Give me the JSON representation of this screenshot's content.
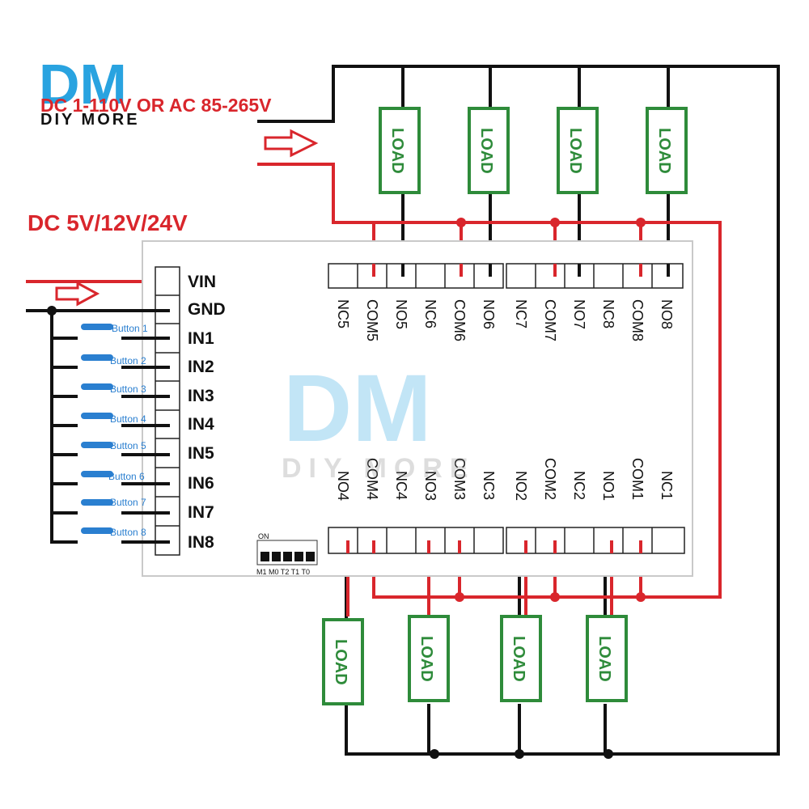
{
  "logo": {
    "letters": "DM",
    "subtitle": "DIY MORE"
  },
  "watermark": {
    "letters": "DM",
    "subtitle": "DIY MORE"
  },
  "power_load_label": "DC 1-110V OR AC 85-265V",
  "power_module_label": "DC 5V/12V/24V",
  "input_pins": [
    "VIN",
    "GND",
    "IN1",
    "IN2",
    "IN3",
    "IN4",
    "IN5",
    "IN6",
    "IN7",
    "IN8"
  ],
  "buttons": [
    "Button 1",
    "Button 2",
    "Button 3",
    "Button 4",
    "Button 5",
    "Button 6",
    "Button 7",
    "Button 8"
  ],
  "top_terminals": [
    "NC5",
    "COM5",
    "NO5",
    "NC6",
    "COM6",
    "NO6",
    "NC7",
    "COM7",
    "NO7",
    "NC8",
    "COM8",
    "NO8"
  ],
  "bottom_terminals": [
    "NO4",
    "COM4",
    "NC4",
    "NO3",
    "COM3",
    "NC3",
    "NO2",
    "COM2",
    "NC2",
    "NO1",
    "COM1",
    "NC1"
  ],
  "dip_switch": {
    "on_label": "ON",
    "labels": "M1 M0 T2 T1 T0"
  },
  "load_label": "LOAD",
  "colors": {
    "wire_hot": "#d9262c",
    "wire_ground": "#111111",
    "load_border": "#2e8b3a",
    "button": "#2a7fd0",
    "logo_blue": "#29a3e0"
  }
}
